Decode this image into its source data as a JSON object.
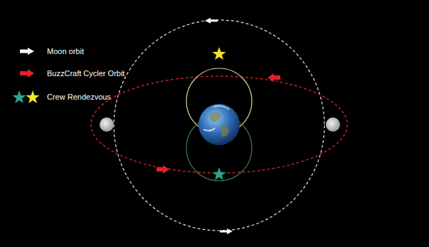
{
  "diagram": {
    "legend": [
      {
        "text": "Moon orbit"
      },
      {
        "text": "BuzzCraft Cycler Orbit"
      },
      {
        "text": "Crew Rendezvous"
      }
    ]
  }
}
